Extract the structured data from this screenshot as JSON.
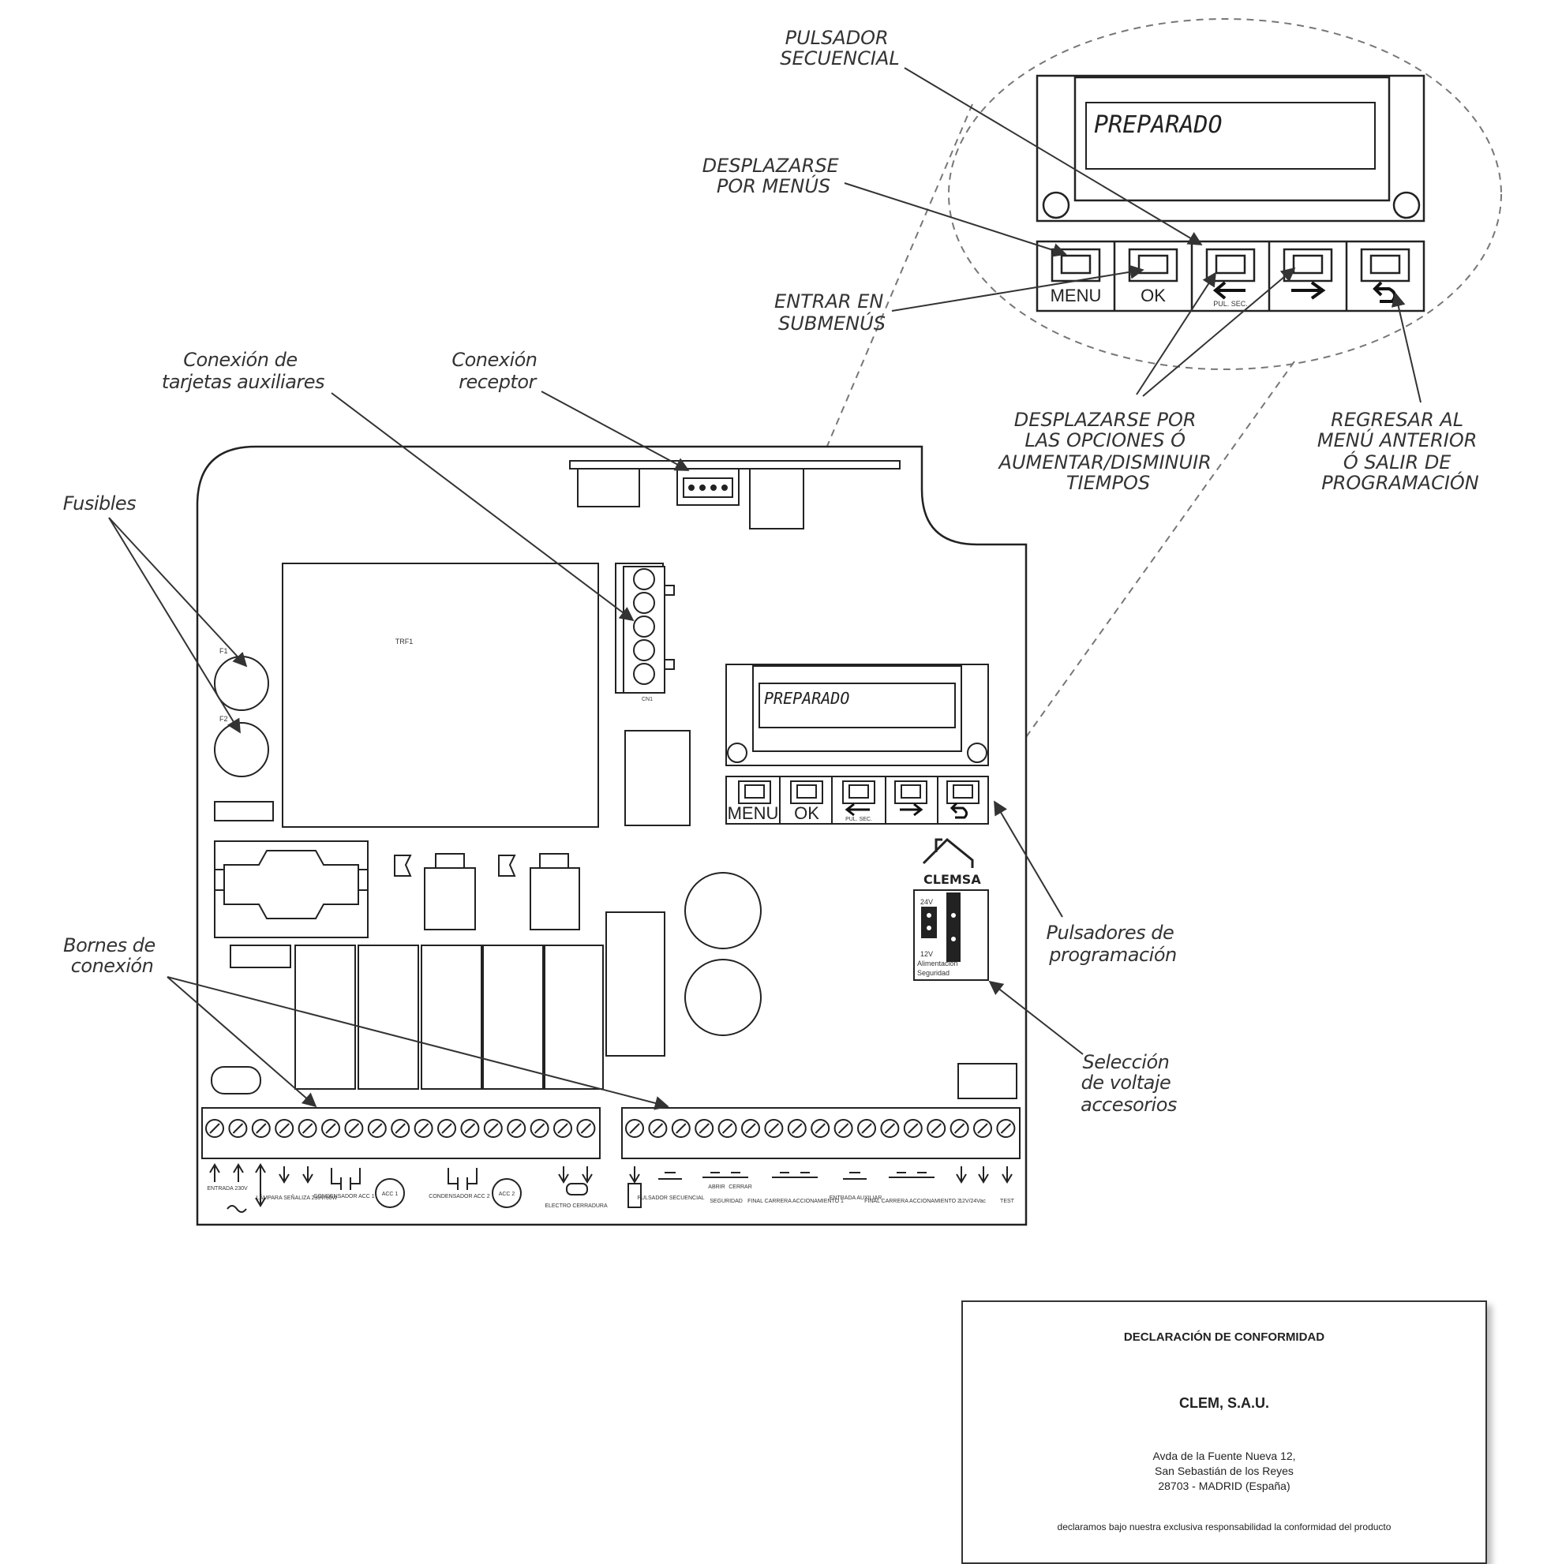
{
  "labels": {
    "pulsador_secuencial": [
      "PULSADOR",
      "SECUENCIAL"
    ],
    "desplazarse_menus": [
      "DESPLAZARSE",
      "POR MENÚS"
    ],
    "entrar_submenus": [
      "ENTRAR EN",
      "SUBMENÚS"
    ],
    "desplazarse_opciones": [
      "DESPLAZARSE POR",
      "LAS OPCIONES Ó",
      "AUMENTAR/DISMINUIR",
      "TIEMPOS"
    ],
    "regresar_menu": [
      "REGRESAR AL",
      "MENÚ ANTERIOR",
      "Ó SALIR DE",
      "PROGRAMACIÓN"
    ],
    "conexion_tarjetas": [
      "Conexión de",
      "tarjetas auxiliares"
    ],
    "conexion_receptor": [
      "Conexión",
      "receptor"
    ],
    "fusibles": "Fusibles",
    "bornes": [
      "Bornes de",
      "conexión"
    ],
    "pulsadores_programacion": [
      "Pulsadores de",
      "programación"
    ],
    "seleccion_voltaje": [
      "Selección",
      "de voltaje",
      "accesorios"
    ]
  },
  "display": {
    "text": "PREPARADO",
    "buttons": [
      "MENU",
      "OK",
      "PUL. SEC.",
      "",
      ""
    ]
  },
  "board": {
    "trafo": "TRF1",
    "fuse1": "F1",
    "fuse2": "F2",
    "cn": "CN1",
    "brand": "CLEMSA",
    "jumper_24": "24V",
    "jumper_12": "12V",
    "jumper_caption": [
      "Alimentación",
      "Seguridad"
    ],
    "acc1": "ACC 1",
    "acc2": "ACC 2",
    "terminals_left": [
      "ENTRADA 230V",
      "LÁMPARA SEÑALIZA 230V/60W",
      "CONDENSADOR ACC 1",
      "CONDENSADOR ACC 2",
      "ELECTRO CERRADURA"
    ],
    "terminals_right": [
      "PULSADOR SECUENCIAL",
      "SEGURIDAD",
      "FINAL CARRERA ACCIONAMIENTO 1",
      "ENTRADA AUXILIAR",
      "FINAL CARRERA ACCIONAMIENTO 2",
      "12V/24Vac",
      "TEST"
    ],
    "abrir": "ABRIR",
    "cerrar": "CERRAR"
  },
  "document": {
    "title": "DECLARACIÓN DE CONFORMIDAD",
    "company": "CLEM, S.A.U.",
    "address": [
      "Avda de la Fuente Nueva 12,",
      "San Sebastián de los Reyes",
      "28703 - MADRID    (España)"
    ],
    "declaration": "declaramos bajo nuestra exclusiva responsabilidad la conformidad del producto"
  }
}
